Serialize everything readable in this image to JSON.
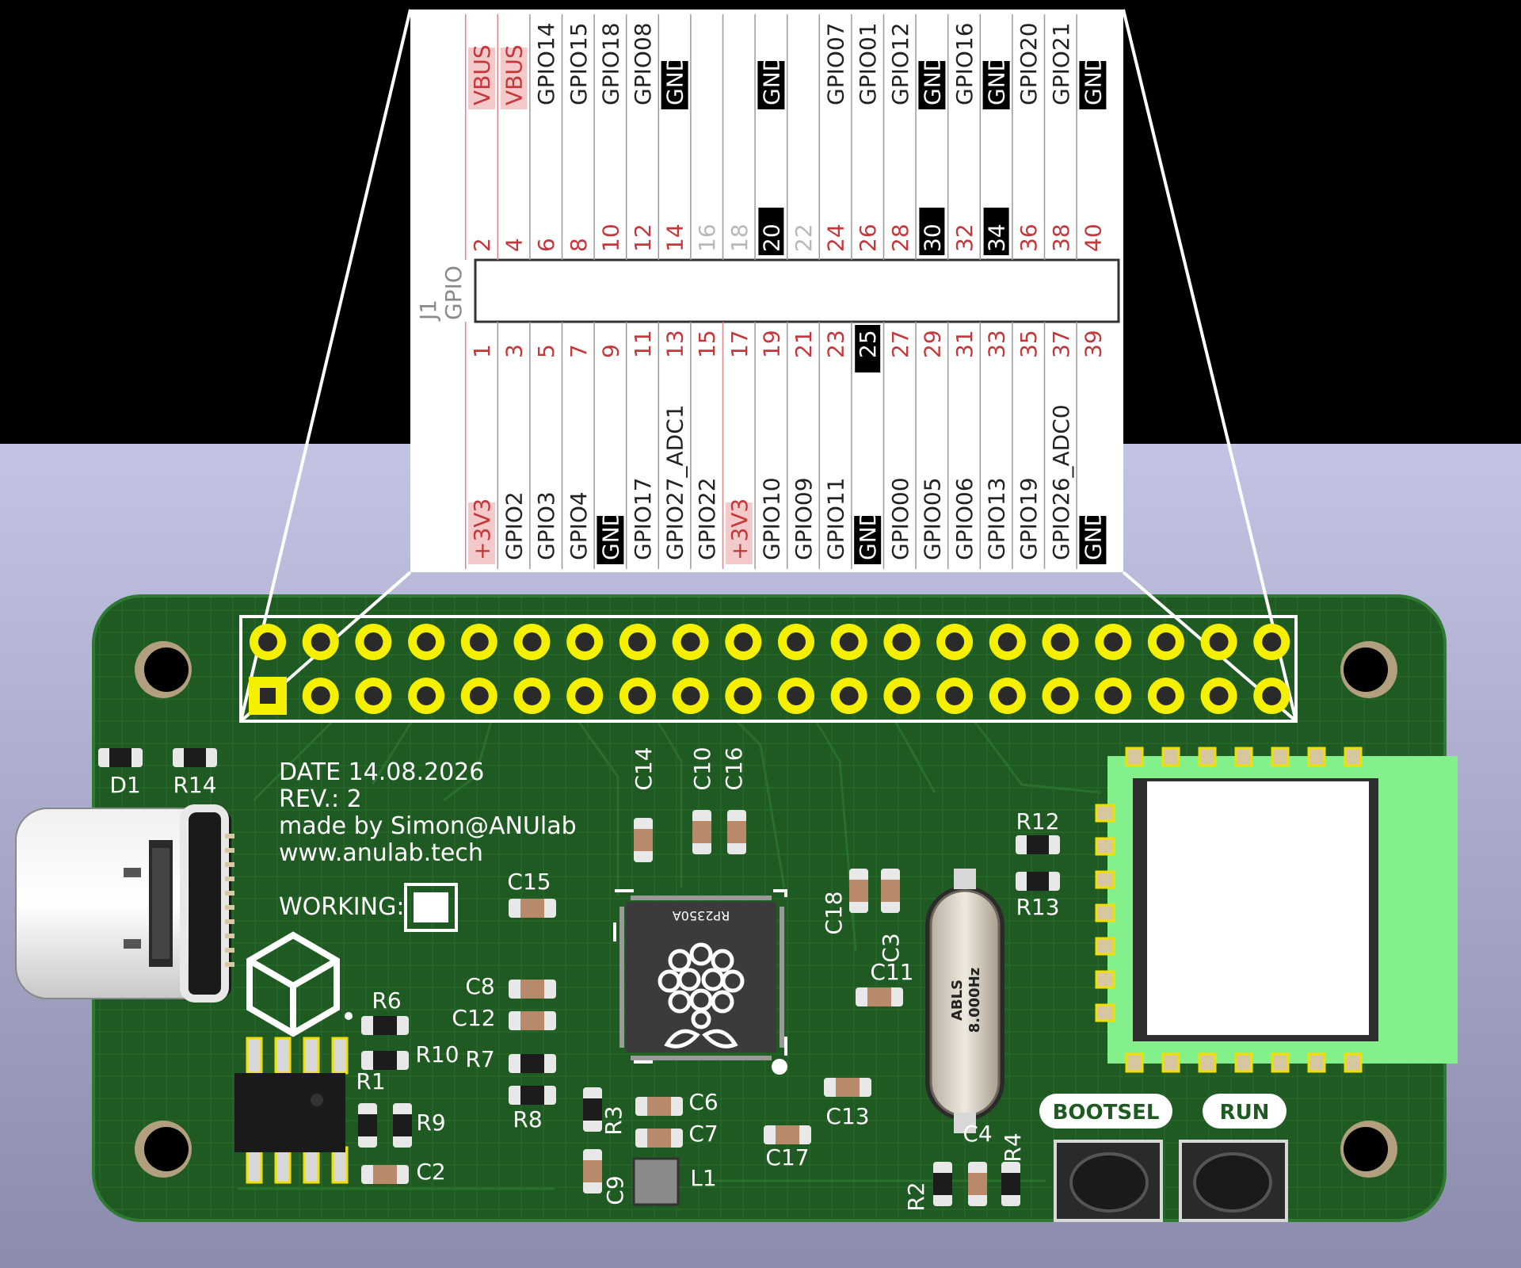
{
  "connector": {
    "ref": "J1",
    "name": "GPIO"
  },
  "pins_top": [
    {
      "num": "2",
      "label": "VBUS",
      "type": "power"
    },
    {
      "num": "4",
      "label": "VBUS",
      "type": "power"
    },
    {
      "num": "6",
      "label": "GPIO14",
      "type": "gpio"
    },
    {
      "num": "8",
      "label": "GPIO15",
      "type": "gpio"
    },
    {
      "num": "10",
      "label": "GPIO18",
      "type": "gpio"
    },
    {
      "num": "12",
      "label": "GPIO08",
      "type": "gpio"
    },
    {
      "num": "14",
      "label": "GND",
      "type": "gnd"
    },
    {
      "num": "16",
      "label": "",
      "type": "nc"
    },
    {
      "num": "18",
      "label": "",
      "type": "nc"
    },
    {
      "num": "20",
      "label": "GND",
      "type": "gnd_hl"
    },
    {
      "num": "22",
      "label": "",
      "type": "nc"
    },
    {
      "num": "24",
      "label": "GPIO07",
      "type": "gpio"
    },
    {
      "num": "26",
      "label": "GPIO01",
      "type": "gpio"
    },
    {
      "num": "28",
      "label": "GPIO12",
      "type": "gpio"
    },
    {
      "num": "30",
      "label": "GND",
      "type": "gnd_hl"
    },
    {
      "num": "32",
      "label": "GPIO16",
      "type": "gpio"
    },
    {
      "num": "34",
      "label": "GND",
      "type": "gnd_hl"
    },
    {
      "num": "36",
      "label": "GPIO20",
      "type": "gpio"
    },
    {
      "num": "38",
      "label": "GPIO21",
      "type": "gpio"
    },
    {
      "num": "40",
      "label": "GND",
      "type": "gnd"
    }
  ],
  "pins_bottom": [
    {
      "num": "1",
      "label": "+3V3",
      "type": "power"
    },
    {
      "num": "3",
      "label": "GPIO2",
      "type": "gpio"
    },
    {
      "num": "5",
      "label": "GPIO3",
      "type": "gpio"
    },
    {
      "num": "7",
      "label": "GPIO4",
      "type": "gpio"
    },
    {
      "num": "9",
      "label": "GND",
      "type": "gnd"
    },
    {
      "num": "11",
      "label": "GPIO17",
      "type": "gpio"
    },
    {
      "num": "13",
      "label": "GPIO27_ADC1",
      "type": "gpio"
    },
    {
      "num": "15",
      "label": "GPIO22",
      "type": "gpio"
    },
    {
      "num": "17",
      "label": "+3V3",
      "type": "power"
    },
    {
      "num": "19",
      "label": "GPIO10",
      "type": "gpio"
    },
    {
      "num": "21",
      "label": "GPIO09",
      "type": "gpio"
    },
    {
      "num": "23",
      "label": "GPIO11",
      "type": "gpio"
    },
    {
      "num": "25",
      "label": "GND",
      "type": "gnd_hl"
    },
    {
      "num": "27",
      "label": "GPIO00",
      "type": "gpio"
    },
    {
      "num": "29",
      "label": "GPIO05",
      "type": "gpio"
    },
    {
      "num": "31",
      "label": "GPIO06",
      "type": "gpio"
    },
    {
      "num": "33",
      "label": "GPIO13",
      "type": "gpio"
    },
    {
      "num": "35",
      "label": "GPIO19",
      "type": "gpio"
    },
    {
      "num": "37",
      "label": "GPIO26_ADC0",
      "type": "gpio"
    },
    {
      "num": "39",
      "label": "GND",
      "type": "gnd"
    }
  ],
  "board_info": {
    "date": "DATE 14.08.2026",
    "rev": "REV.: 2",
    "author": "made by Simon@ANUlab",
    "website": "www.anulab.tech",
    "working_label": "WORKING:"
  },
  "chip": {
    "marking": "RP2350A"
  },
  "crystal": {
    "brand": "ABLS",
    "freq": "8.000Hz"
  },
  "buttons": {
    "bootsel": "BOOTSEL",
    "run": "RUN"
  },
  "refs": {
    "D1": "D1",
    "R14": "R14",
    "C14": "C14",
    "C10": "C10",
    "C16": "C16",
    "C15": "C15",
    "C18": "C18",
    "C3": "C3",
    "C11": "C11",
    "R12": "R12",
    "R13": "R13",
    "R6": "R6",
    "C8": "C8",
    "C12": "C12",
    "R10": "R10",
    "R7": "R7",
    "R1": "R1",
    "R8": "R8",
    "R9": "R9",
    "C2": "C2",
    "R3": "R3",
    "C6": "C6",
    "C7": "C7",
    "C9": "C9",
    "L1": "L1",
    "C17": "C17",
    "C13": "C13",
    "C4": "C4",
    "R4": "R4",
    "R2": "R2"
  },
  "colors": {
    "board": "#1f5a22",
    "pad": "#f5f000",
    "power_bg": "#f4c9c9",
    "power_text": "#c4373b",
    "gnd_bg": "#000000",
    "background_bottom": "#9c9cbc"
  }
}
